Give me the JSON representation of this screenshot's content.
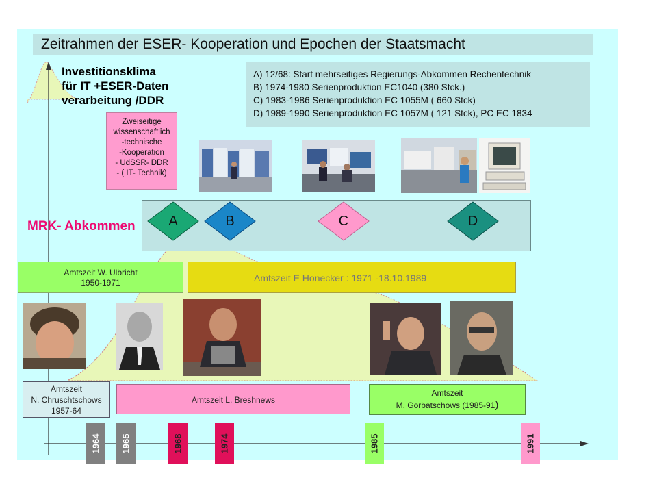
{
  "title": "Zeitrahmen der ESER- Kooperation und  Epochen der Staatsmacht",
  "legend": [
    "A)  12/68: Start mehrseitiges Regierungs-Abkommen Rechentechnik",
    "B)    1974-1980 Serienproduktion EC1040 (380 Stck.)",
    "C)    1983-1986 Serienproduktion EC 1055M ( 660 Stck)",
    "D)    1989-1990 Serienproduktion EC 1057M ( 121 Stck), PC EC 1834"
  ],
  "invest": [
    "Investitionsklima",
    "für IT +ESER-Daten",
    "verarbeitung /DDR"
  ],
  "zweiseitig": [
    "Zweiseitige",
    "wissenschaftlich",
    "-technische",
    "-Kooperation",
    "- UdSSR- DDR",
    "- ( IT- Technik)"
  ],
  "mrk": "MRK- Abkommen",
  "milestones": [
    "A",
    "B",
    "C",
    "D"
  ],
  "amtszeit": {
    "ulbricht": [
      "Amtszeit W. Ulbricht",
      "1950-1971"
    ],
    "honecker": "Amtszeit E Honecker : 1971 -18.10.1989",
    "chruschtschow": [
      "Amtszeit",
      "N. Chruschtschows",
      "1957-64"
    ],
    "breschnew": "Amtszeit  L. Breshnews",
    "gorbatschow": [
      "Amtszeit",
      "M. Gorbatschows (1985-91"
    ],
    "gorbatschow_paren": ")"
  },
  "years": [
    "1964",
    "1965",
    "1968",
    "1974",
    "1985",
    "1991"
  ],
  "colors": {
    "background": "#ccffff",
    "milestone_a": "#1aa874",
    "milestone_b": "#1a86c8",
    "milestone_c": "#ff99cc",
    "milestone_d": "#1a9080",
    "year_gray": "#808080",
    "year_red": "#e0105a",
    "year_green": "#99ff66",
    "year_pink": "#ff99cc",
    "mrk_text": "#ee0a72"
  }
}
